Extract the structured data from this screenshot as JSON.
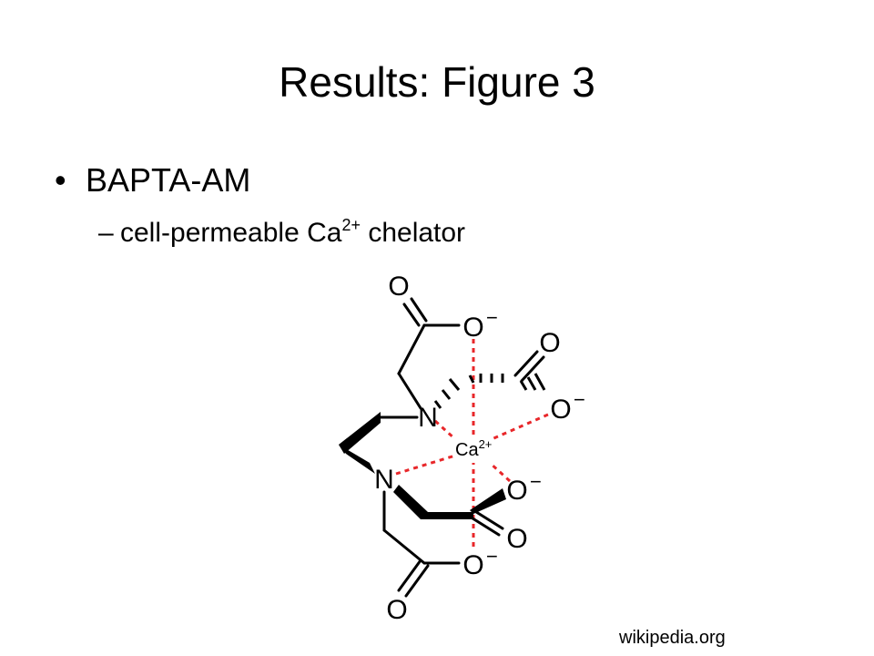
{
  "slide": {
    "title": "Results: Figure 3",
    "bullet": {
      "mark": "•",
      "text": "BAPTA-AM"
    },
    "sub_bullet": {
      "mark": "–",
      "text_before": "cell-permeable Ca",
      "superscript": "2+",
      "text_after": " chelator"
    },
    "source": "wikipedia.org"
  },
  "molecule": {
    "atom_o": "O",
    "atom_n": "N",
    "charge_minus": "−",
    "ion_symbol": "Ca",
    "ion_charge": "2+",
    "colors": {
      "bond": "#000000",
      "coordination": "#e8272a"
    }
  }
}
